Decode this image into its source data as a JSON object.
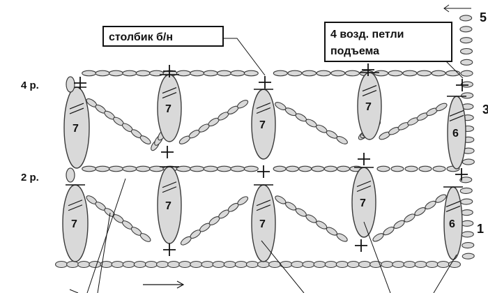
{
  "callouts": {
    "sc_label": "столбик б/н",
    "turning_chain_line1": "4 возд. петли",
    "turning_chain_line2": "подъема"
  },
  "rows": {
    "row4": "4 р.",
    "row2": "2 р."
  },
  "right_edge_numbers": {
    "top": "5",
    "middle": "3",
    "bottom": "1"
  },
  "stitch_labels": {
    "tall_dc": "7",
    "edge_dc": "6"
  },
  "colors": {
    "stitch_fill": "#d9d9d9",
    "stitch_stroke": "#3a3a3a",
    "ink": "#111111",
    "background": "#ffffff"
  }
}
